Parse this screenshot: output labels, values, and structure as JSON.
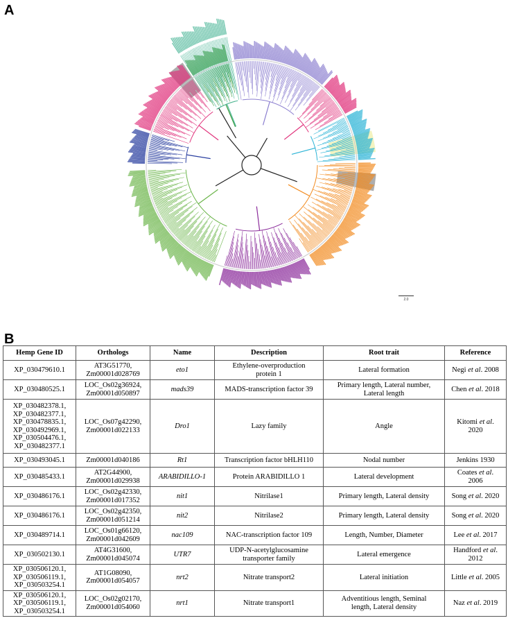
{
  "panels": {
    "a_label": "A",
    "b_label": "B"
  },
  "scale_bar": "2.0",
  "tree": {
    "clade_colors": {
      "purple_top": "#8c7fd0",
      "cyan": "#2ab3d6",
      "orange": "#f28a1e",
      "purple_bottom": "#8a2a9a",
      "green": "#6bb54a",
      "blue": "#2a3fa0",
      "magenta": "#e0307a",
      "dark_green": "#3a9a3a",
      "teal": "#4fb89a",
      "highlight_yellow": "#f0f0b0",
      "highlight_gray": "#9a9a9a"
    }
  },
  "table": {
    "headers": [
      "Hemp Gene ID",
      "Orthologs",
      "Name",
      "Description",
      "Root trait",
      "Reference"
    ],
    "rows": [
      {
        "id": "XP_030479610.1",
        "orth": "AT3G51770,\nZm00001d028769",
        "name": "eto1",
        "desc": "Ethylene-overproduction\nprotein 1",
        "trait": "Lateral formation",
        "ref_a": "Negi ",
        "ref_b": "et al",
        "ref_c": ". 2008"
      },
      {
        "id": "XP_030480525.1",
        "orth": "LOC_Os02g36924,\nZm00001d050897",
        "name": "mads39",
        "desc": "MADS-transcription factor 39",
        "trait": "Primary length, Lateral number,\nLateral length",
        "ref_a": "Chen ",
        "ref_b": "et al",
        "ref_c": ". 2018"
      },
      {
        "id": "XP_030482378.1,\nXP_030482377.1,\nXP_030478835.1,\nXP_030492969.1,\nXP_030504476.1,\nXP_030482377.1",
        "orth": "LOC_Os07g42290,\nZm00001d022133",
        "name": "Dro1",
        "desc": "Lazy family",
        "trait": "Angle",
        "ref_a": "Kitomi ",
        "ref_b": "et al",
        "ref_c": ".\n2020"
      },
      {
        "id": "XP_030493045.1",
        "orth": "Zm00001d040186",
        "name": "Rt1",
        "desc": "Transcription factor bHLH110",
        "trait": "Nodal number",
        "ref_a": "Jenkins 1930",
        "ref_b": "",
        "ref_c": ""
      },
      {
        "id": "XP_030485433.1",
        "orth": "AT2G44900,\nZm00001d029938",
        "name": "ARABIDILLO-1",
        "desc": "Protein ARABIDILLO 1",
        "trait": "Lateral development",
        "ref_a": "Coates ",
        "ref_b": "et al",
        "ref_c": ".\n2006"
      },
      {
        "id": "XP_030486176.1",
        "orth": "LOC_Os02g42330,\nZm00001d017352",
        "name": "nit1",
        "desc": "Nitrilase1",
        "trait": "Primary length, Lateral density",
        "ref_a": "Song ",
        "ref_b": "et al",
        "ref_c": ". 2020"
      },
      {
        "id": "XP_030486176.1",
        "orth": "LOC_Os02g42350,\nZm00001d051214",
        "name": "nit2",
        "desc": "Nitrilase2",
        "trait": "Primary length, Lateral density",
        "ref_a": "Song ",
        "ref_b": "et al",
        "ref_c": ". 2020"
      },
      {
        "id": "XP_030489714.1",
        "orth": "LOC_Os01g66120,\nZm00001d042609",
        "name": "nac109",
        "desc": "NAC-transcription factor 109",
        "trait": "Length, Number, Diameter",
        "ref_a": "Lee ",
        "ref_b": "et al",
        "ref_c": ". 2017"
      },
      {
        "id": "XP_030502130.1",
        "orth": "AT4G31600,\nZm00001d045074",
        "name": "UTR7",
        "desc": "UDP-N-acetylglucosamine\ntransporter family",
        "trait": "Lateral emergence",
        "ref_a": "Handford ",
        "ref_b": "et al",
        "ref_c": ".\n2012"
      },
      {
        "id": "XP_030506120.1,\nXP_030506119.1,\nXP_030503254.1",
        "orth": "AT1G08090,\nZm00001d054057",
        "name": "nrt2",
        "desc": "Nitrate transport2",
        "trait": "Lateral initiation",
        "ref_a": "Little ",
        "ref_b": "et al",
        "ref_c": ". 2005"
      },
      {
        "id": "XP_030506120.1,\nXP_030506119.1,\nXP_030503254.1",
        "orth": "LOC_Os02g02170,\nZm00001d054060",
        "name": "nrt1",
        "desc": "Nitrate transport1",
        "trait": "Adventitious length, Seminal\nlength, Lateral density",
        "ref_a": "Naz ",
        "ref_b": "et al",
        "ref_c": ". 2019"
      }
    ]
  }
}
